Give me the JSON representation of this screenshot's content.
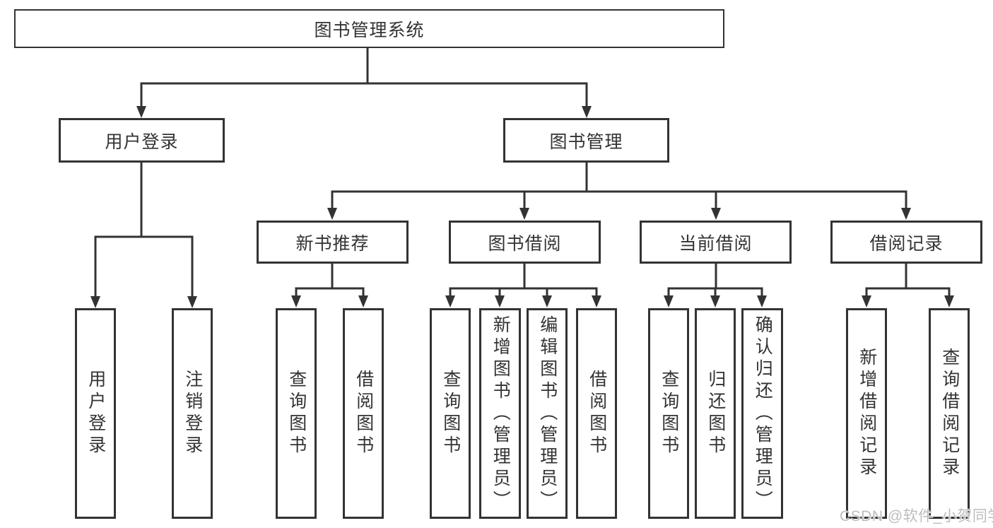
{
  "diagram": {
    "root": {
      "label": "图书管理系统"
    },
    "branches": [
      {
        "label": "用户登录",
        "children": [
          {
            "label": "用户登录"
          },
          {
            "label": "注销登录"
          }
        ]
      },
      {
        "label": "图书管理",
        "children": [
          {
            "label": "新书推荐",
            "children": [
              {
                "label": "查询图书"
              },
              {
                "label": "借阅图书"
              }
            ]
          },
          {
            "label": "图书借阅",
            "children": [
              {
                "label": "查询图书"
              },
              {
                "label": "新增图书（管理员）"
              },
              {
                "label": "编辑图书（管理员）"
              },
              {
                "label": "借阅图书"
              }
            ]
          },
          {
            "label": "当前借阅",
            "children": [
              {
                "label": "查询图书"
              },
              {
                "label": "归还图书"
              },
              {
                "label": "确认归还（管理员）"
              }
            ]
          },
          {
            "label": "借阅记录",
            "children": [
              {
                "label": "新增借阅记录"
              },
              {
                "label": "查询借阅记录"
              }
            ]
          }
        ]
      }
    ]
  },
  "watermark": {
    "text": "CSDN @软件_小贺同学"
  },
  "colors": {
    "line": "#333333",
    "box_border": "#333333",
    "box_fill": "#ffffff",
    "text": "#333333",
    "watermark": "#bdbdbd",
    "background": "#ffffff"
  }
}
